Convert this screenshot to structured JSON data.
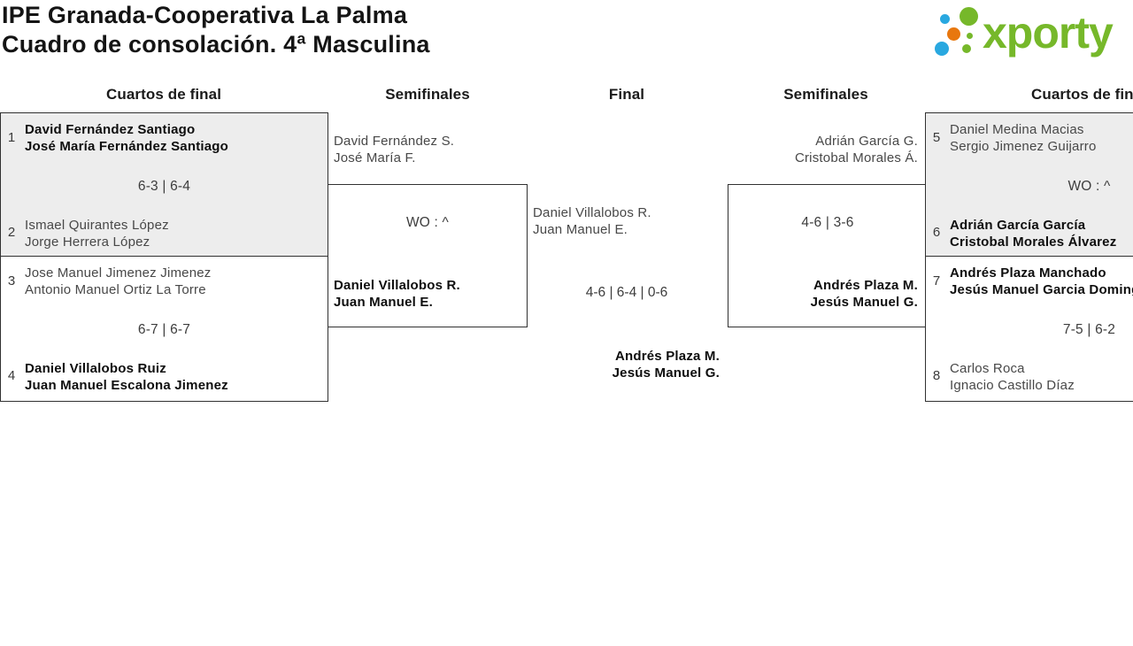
{
  "title": {
    "line1": "IPE Granada-Cooperativa La Palma",
    "line2": "Cuadro de consolación. 4ª Masculina"
  },
  "logo": {
    "text": "xporty"
  },
  "round_headers": {
    "left_quarters": "Cuartos de final",
    "left_semis": "Semifinales",
    "final": "Final",
    "right_semis": "Semifinales",
    "right_quarters": "Cuartos de final"
  },
  "matches": {
    "qf1": {
      "seed_top": "1",
      "team_top": {
        "p1": "David Fernández Santiago",
        "p2": "José María Fernández Santiago"
      },
      "score": "6-3 | 6-4",
      "seed_bottom": "2",
      "team_bottom": {
        "p1": "Ismael Quirantes López",
        "p2": "Jorge Herrera López"
      }
    },
    "qf2": {
      "seed_top": "3",
      "team_top": {
        "p1": "Jose Manuel Jimenez Jimenez",
        "p2": "Antonio Manuel Ortiz La Torre"
      },
      "score": "6-7 | 6-7",
      "seed_bottom": "4",
      "team_bottom": {
        "p1": "Daniel Villalobos Ruiz",
        "p2": "Juan Manuel Escalona Jimenez"
      }
    },
    "sf_left": {
      "team_top": {
        "p1": "David Fernández S.",
        "p2": "José María F."
      },
      "score": "WO : ^",
      "team_bottom": {
        "p1": "Daniel Villalobos R.",
        "p2": "Juan Manuel E."
      }
    },
    "final": {
      "team_top": {
        "p1": "Daniel Villalobos R.",
        "p2": "Juan Manuel E."
      },
      "score": "4-6 | 6-4 | 0-6",
      "team_bottom": {
        "p1": "Andrés Plaza M.",
        "p2": "Jesús Manuel G."
      }
    },
    "sf_right": {
      "team_top": {
        "p1": "Adrián García G.",
        "p2": "Cristobal Morales Á."
      },
      "score": "4-6 | 3-6",
      "team_bottom": {
        "p1": "Andrés Plaza M.",
        "p2": "Jesús Manuel G."
      }
    },
    "qf3": {
      "seed_top": "5",
      "team_top": {
        "p1": "Daniel Medina Macias",
        "p2": "Sergio Jimenez Guijarro"
      },
      "score": "WO : ^",
      "seed_bottom": "6",
      "team_bottom": {
        "p1": "Adrián García García",
        "p2": "Cristobal Morales Álvarez"
      }
    },
    "qf4": {
      "seed_top": "7",
      "team_top": {
        "p1": "Andrés Plaza Manchado",
        "p2": "Jesús Manuel Garcia Dominguez"
      },
      "score": "7-5 | 6-2",
      "seed_bottom": "8",
      "team_bottom": {
        "p1": "Carlos Roca",
        "p2": "Ignacio Castillo Díaz"
      }
    }
  },
  "colors": {
    "box_border": "#313131",
    "box_fill_alt": "#ededed",
    "logo_green": "#76b82a",
    "logo_blue": "#29a8e0",
    "logo_orange": "#e8770e"
  }
}
